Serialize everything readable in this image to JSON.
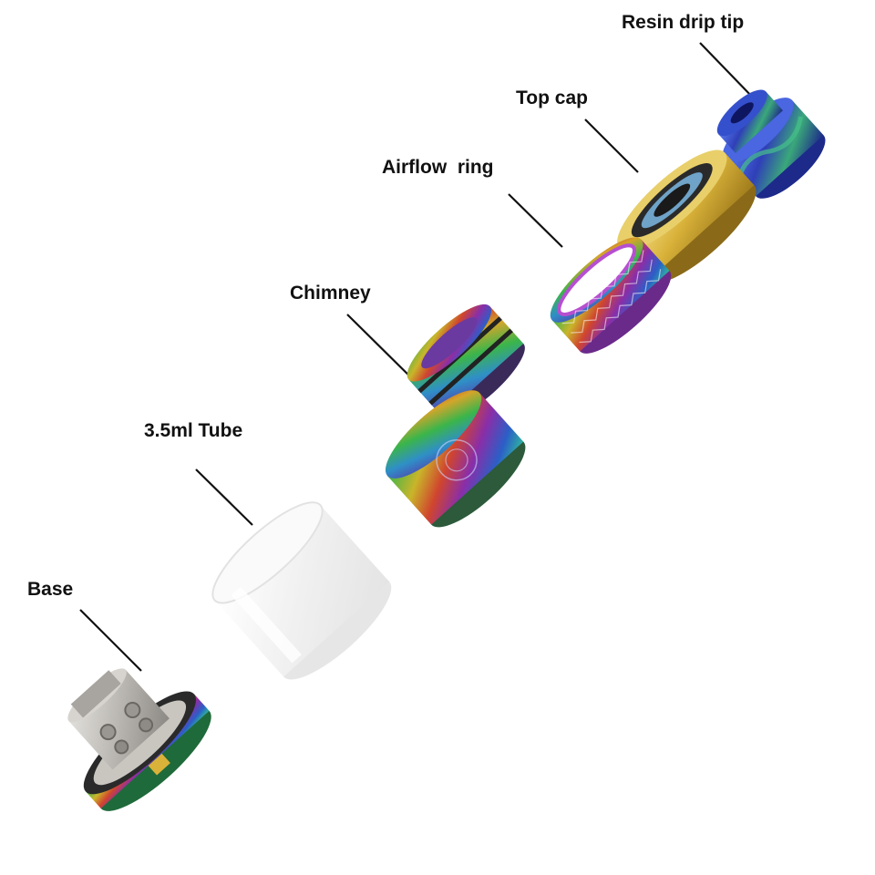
{
  "labels": {
    "drip_tip": "Resin drip tip",
    "top_cap": "Top cap",
    "airflow_ring": "Airflow  ring",
    "chimney": "Chimney",
    "tube": "3.5ml Tube",
    "base": "Base"
  },
  "colors": {
    "background": "#ffffff",
    "label_text": "#111111",
    "leader_line": "#111111",
    "glass": "#f3f3f3",
    "gold": "#d9b23a",
    "resin_blue": "#2f3fb8"
  }
}
